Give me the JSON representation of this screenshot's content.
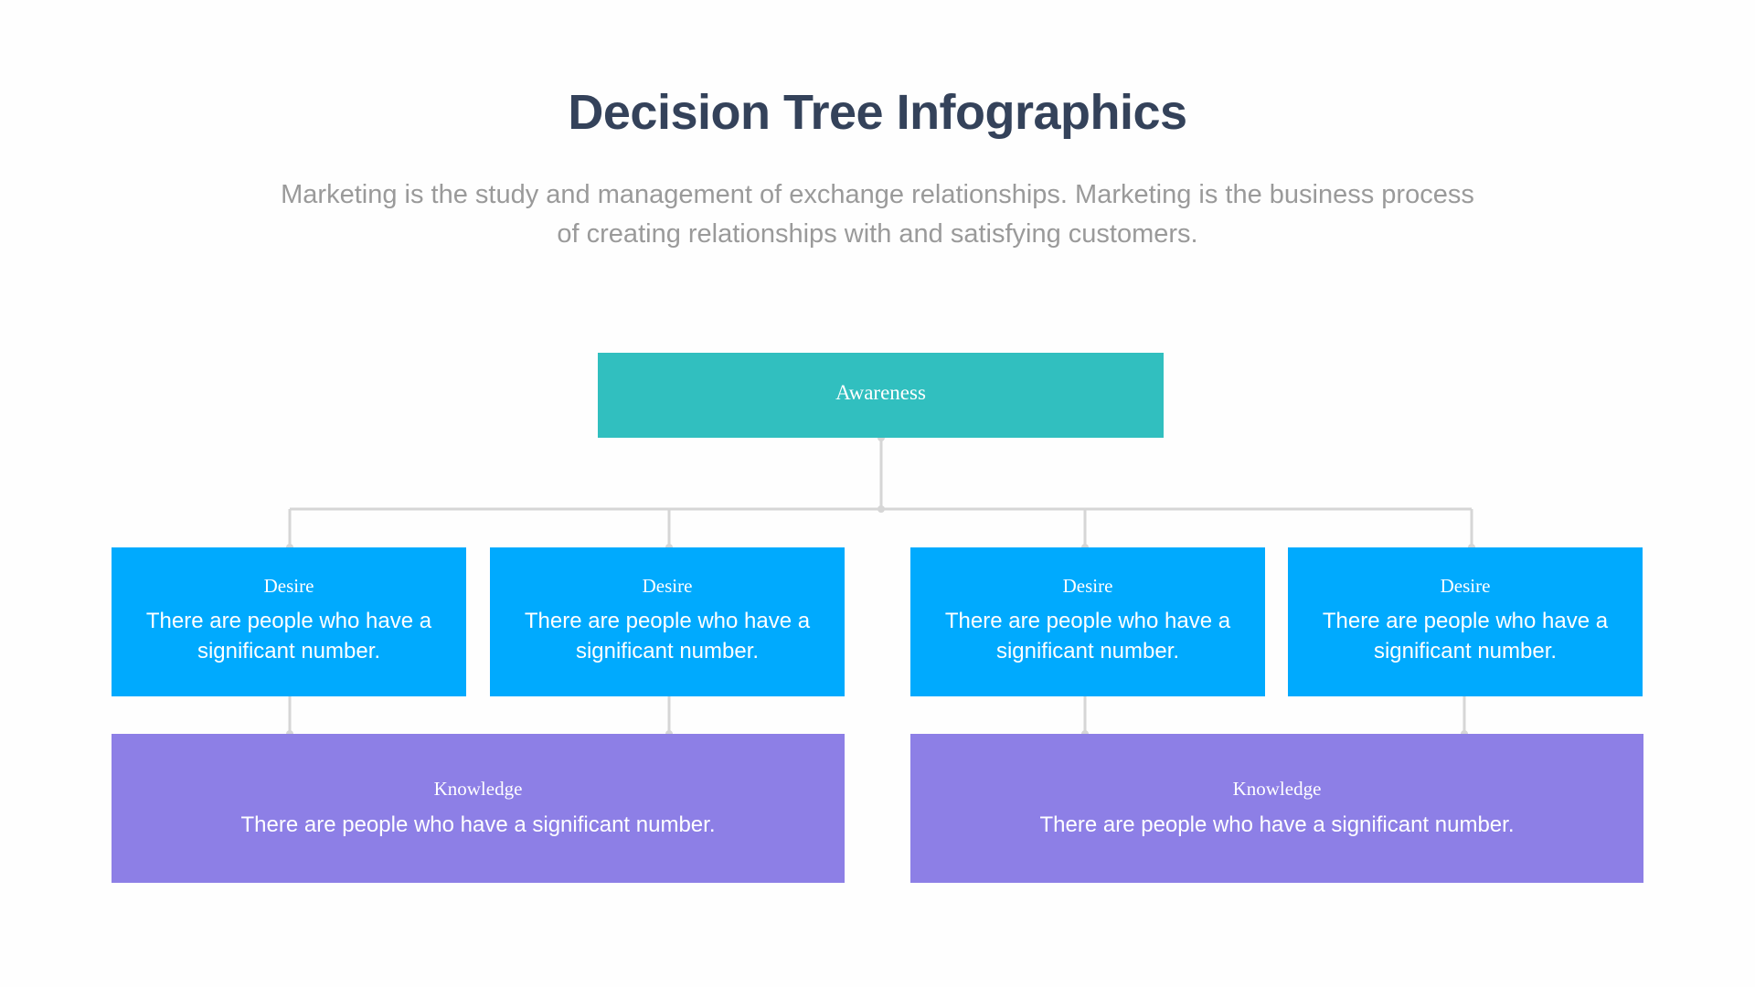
{
  "header": {
    "title": "Decision Tree Infographics",
    "subtitle_lines": [
      "Marketing is the study and management of exchange relationships. Marketing is the business process",
      "of creating relationships with and satisfying customers."
    ]
  },
  "colors": {
    "title": "#34425a",
    "subtitle": "#9a9a9a",
    "awareness": "#31bfbf",
    "desire": "#00aafe",
    "knowledge": "#8d7fe6",
    "connector": "#d6d6d6"
  },
  "tree": {
    "root": {
      "label": "Awareness"
    },
    "level2": [
      {
        "label": "Desire",
        "text": "There are people who have a significant number."
      },
      {
        "label": "Desire",
        "text": "There are people who have a significant number."
      },
      {
        "label": "Desire",
        "text": "There are people who have a significant number."
      },
      {
        "label": "Desire",
        "text": "There are people who have a significant number."
      }
    ],
    "level3": [
      {
        "label": "Knowledge",
        "text": "There are people who have a significant number."
      },
      {
        "label": "Knowledge",
        "text": "There are people who have a significant number."
      }
    ]
  }
}
